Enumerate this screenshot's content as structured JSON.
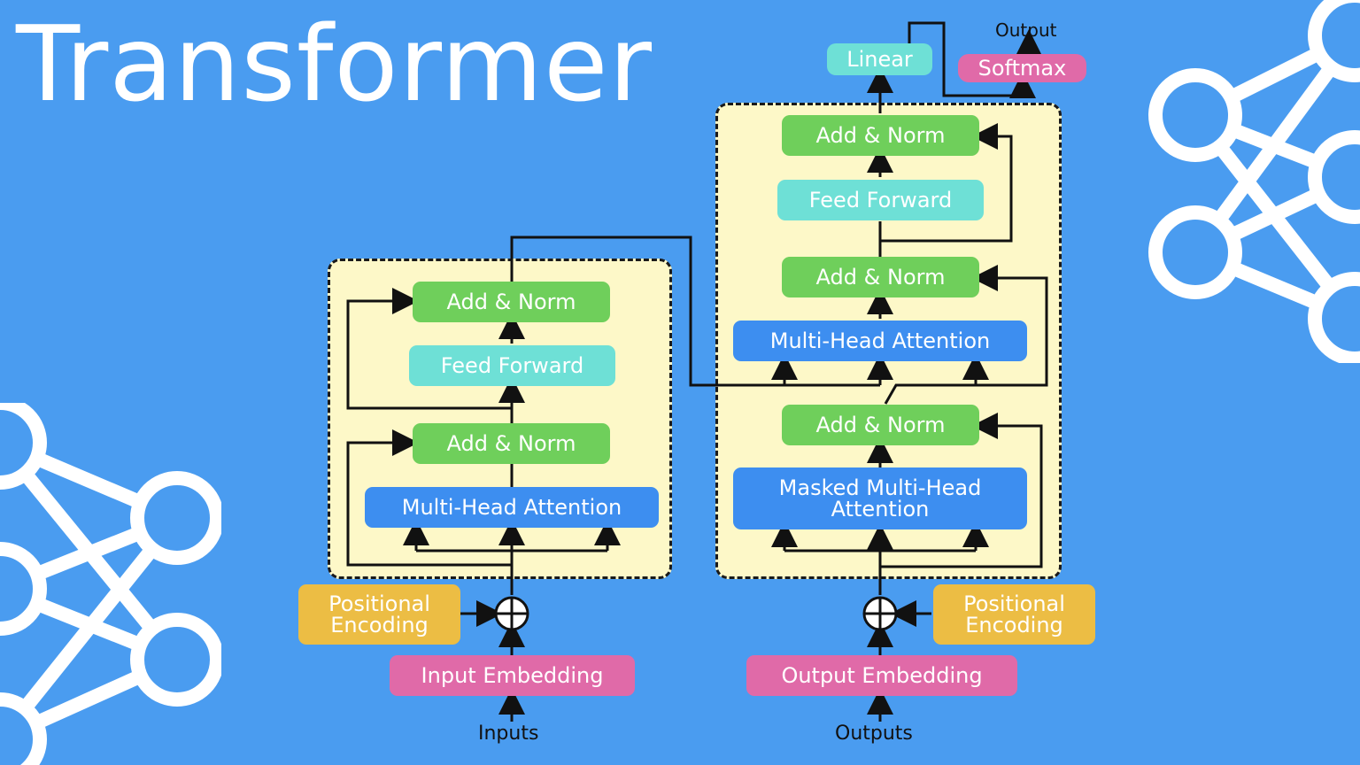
{
  "title": "Transformer",
  "encoder": {
    "add_norm_top": "Add & Norm",
    "feed_forward": "Feed Forward",
    "add_norm_bottom": "Add & Norm",
    "attention": "Multi-Head Attention",
    "positional_encoding": "Positional\nEncoding",
    "embedding": "Input Embedding",
    "input_label": "Inputs"
  },
  "decoder": {
    "add_norm_top": "Add & Norm",
    "feed_forward": "Feed Forward",
    "add_norm_mid": "Add & Norm",
    "attention": "Multi-Head Attention",
    "add_norm_bottom": "Add & Norm",
    "masked_attention": "Masked Multi-Head\nAttention",
    "positional_encoding": "Positional\nEncoding",
    "embedding": "Output Embedding",
    "output_label": "Outputs"
  },
  "head": {
    "linear": "Linear",
    "softmax": "Softmax",
    "output_label": "Output"
  },
  "colors": {
    "background": "#4a9cf0",
    "add_norm": "#6fcf5b",
    "feed_forward": "#6ee0d6",
    "attention": "#3d8ef0",
    "embedding": "#e06aa8",
    "positional": "#ecbd44",
    "panel": "#fdf8c8"
  }
}
